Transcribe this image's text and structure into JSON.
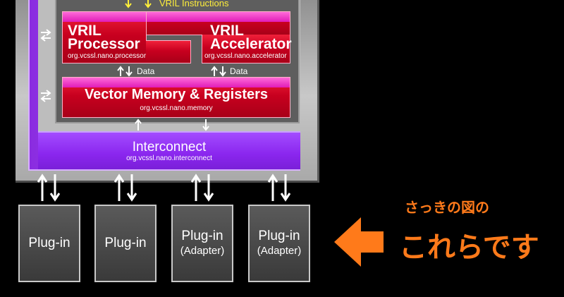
{
  "top_label": "VRIL Instructions",
  "processor": {
    "title_line1": "VRIL",
    "title_line2": "Processor",
    "package": "org.vcssl.nano.processor"
  },
  "accelerator": {
    "title_line1": "VRIL",
    "title_line2": "Accelerator",
    "package": "org.vcssl.nano.accelerator"
  },
  "data_label_left": "Data",
  "data_label_right": "Data",
  "memory": {
    "title": "Vector Memory & Registers",
    "package": "org.vcssl.nano.memory"
  },
  "interconnect": {
    "title": "Interconnect",
    "package": "org.vcssl.nano.interconnect"
  },
  "plugins": [
    {
      "label": "Plug-in",
      "sub": ""
    },
    {
      "label": "Plug-in",
      "sub": ""
    },
    {
      "label": "Plug-in",
      "sub": "(Adapter)"
    },
    {
      "label": "Plug-in",
      "sub": "(Adapter)"
    }
  ],
  "annotation": {
    "small": "さっきの図の",
    "big": "これらです"
  },
  "colors": {
    "red": "#d0001e",
    "purple": "#8a26ee",
    "orange": "#ff7a1a",
    "yellow": "#ffef3a"
  },
  "icons": [
    "double-arrow-icon",
    "left-pointing-arrow-icon"
  ]
}
